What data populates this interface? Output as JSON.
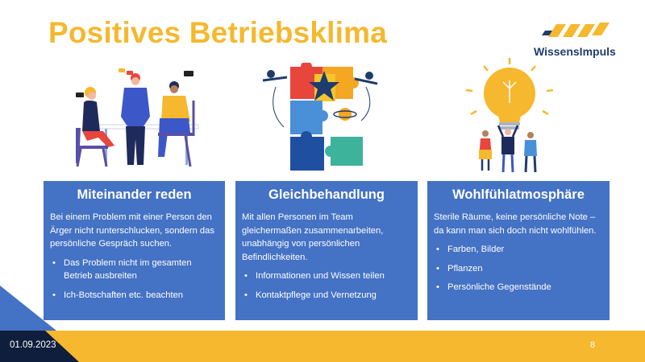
{
  "slide": {
    "title": "Positives Betriebsklima",
    "date": "01.09.2023",
    "page_number": "8"
  },
  "logo": {
    "text": "WissensImpuls",
    "icon": "wissensimpuls-logo-icon",
    "colors": {
      "blue": "#1f3c6e",
      "yellow": "#f5b82e"
    }
  },
  "colors": {
    "accent_yellow": "#f5b82e",
    "card_blue": "#4472c4",
    "footer_dark": "#0f1e3c"
  },
  "illustrations": [
    {
      "icon": "team-talking-illustration"
    },
    {
      "icon": "puzzle-teamwork-illustration"
    },
    {
      "icon": "lightbulb-team-illustration"
    }
  ],
  "cards": [
    {
      "title": "Miteinander reden",
      "text": "Bei einem Problem mit einer Person den Ärger nicht runterschlucken, sondern das persönliche Gespräch suchen.",
      "bullets": [
        "Das Problem nicht im gesamten Betrieb ausbreiten",
        "Ich-Botschaften etc. beachten"
      ]
    },
    {
      "title": "Gleichbehandlung",
      "text": "Mit allen Personen im Team gleichermaßen zusammenarbeiten, unabhängig von persönlichen Befindlichkeiten.",
      "bullets": [
        "Informationen und Wissen teilen",
        "Kontaktpflege und Vernetzung"
      ]
    },
    {
      "title": "Wohlfühlatmosphäre",
      "text": "Sterile Räume, keine persönliche Note – da kann man sich doch nicht wohlfühlen.",
      "bullets": [
        "Farben, Bilder",
        "Pflanzen",
        "Persönliche Gegenstände"
      ]
    }
  ]
}
